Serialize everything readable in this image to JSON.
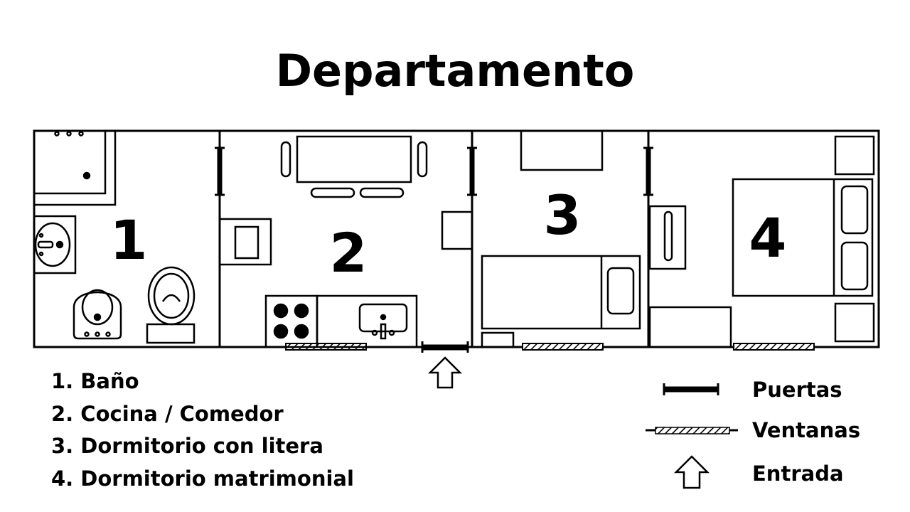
{
  "title": "Departamento",
  "rooms": [
    {
      "number": "1",
      "name": "Baño"
    },
    {
      "number": "2",
      "name": "Cocina / Comedor"
    },
    {
      "number": "3",
      "name": "Dormitorio con litera"
    },
    {
      "number": "4",
      "name": "Dormitorio matrimonial"
    }
  ],
  "legend_items": [
    "1. Baño",
    "2. Cocina / Comedor",
    "3. Dormitorio con litera",
    "4. Dormitorio matrimonial"
  ],
  "symbols": {
    "doors": "Puertas",
    "windows": "Ventanas",
    "entrance": "Entrada"
  },
  "colors": {
    "ink": "#000000",
    "background": "#ffffff"
  }
}
